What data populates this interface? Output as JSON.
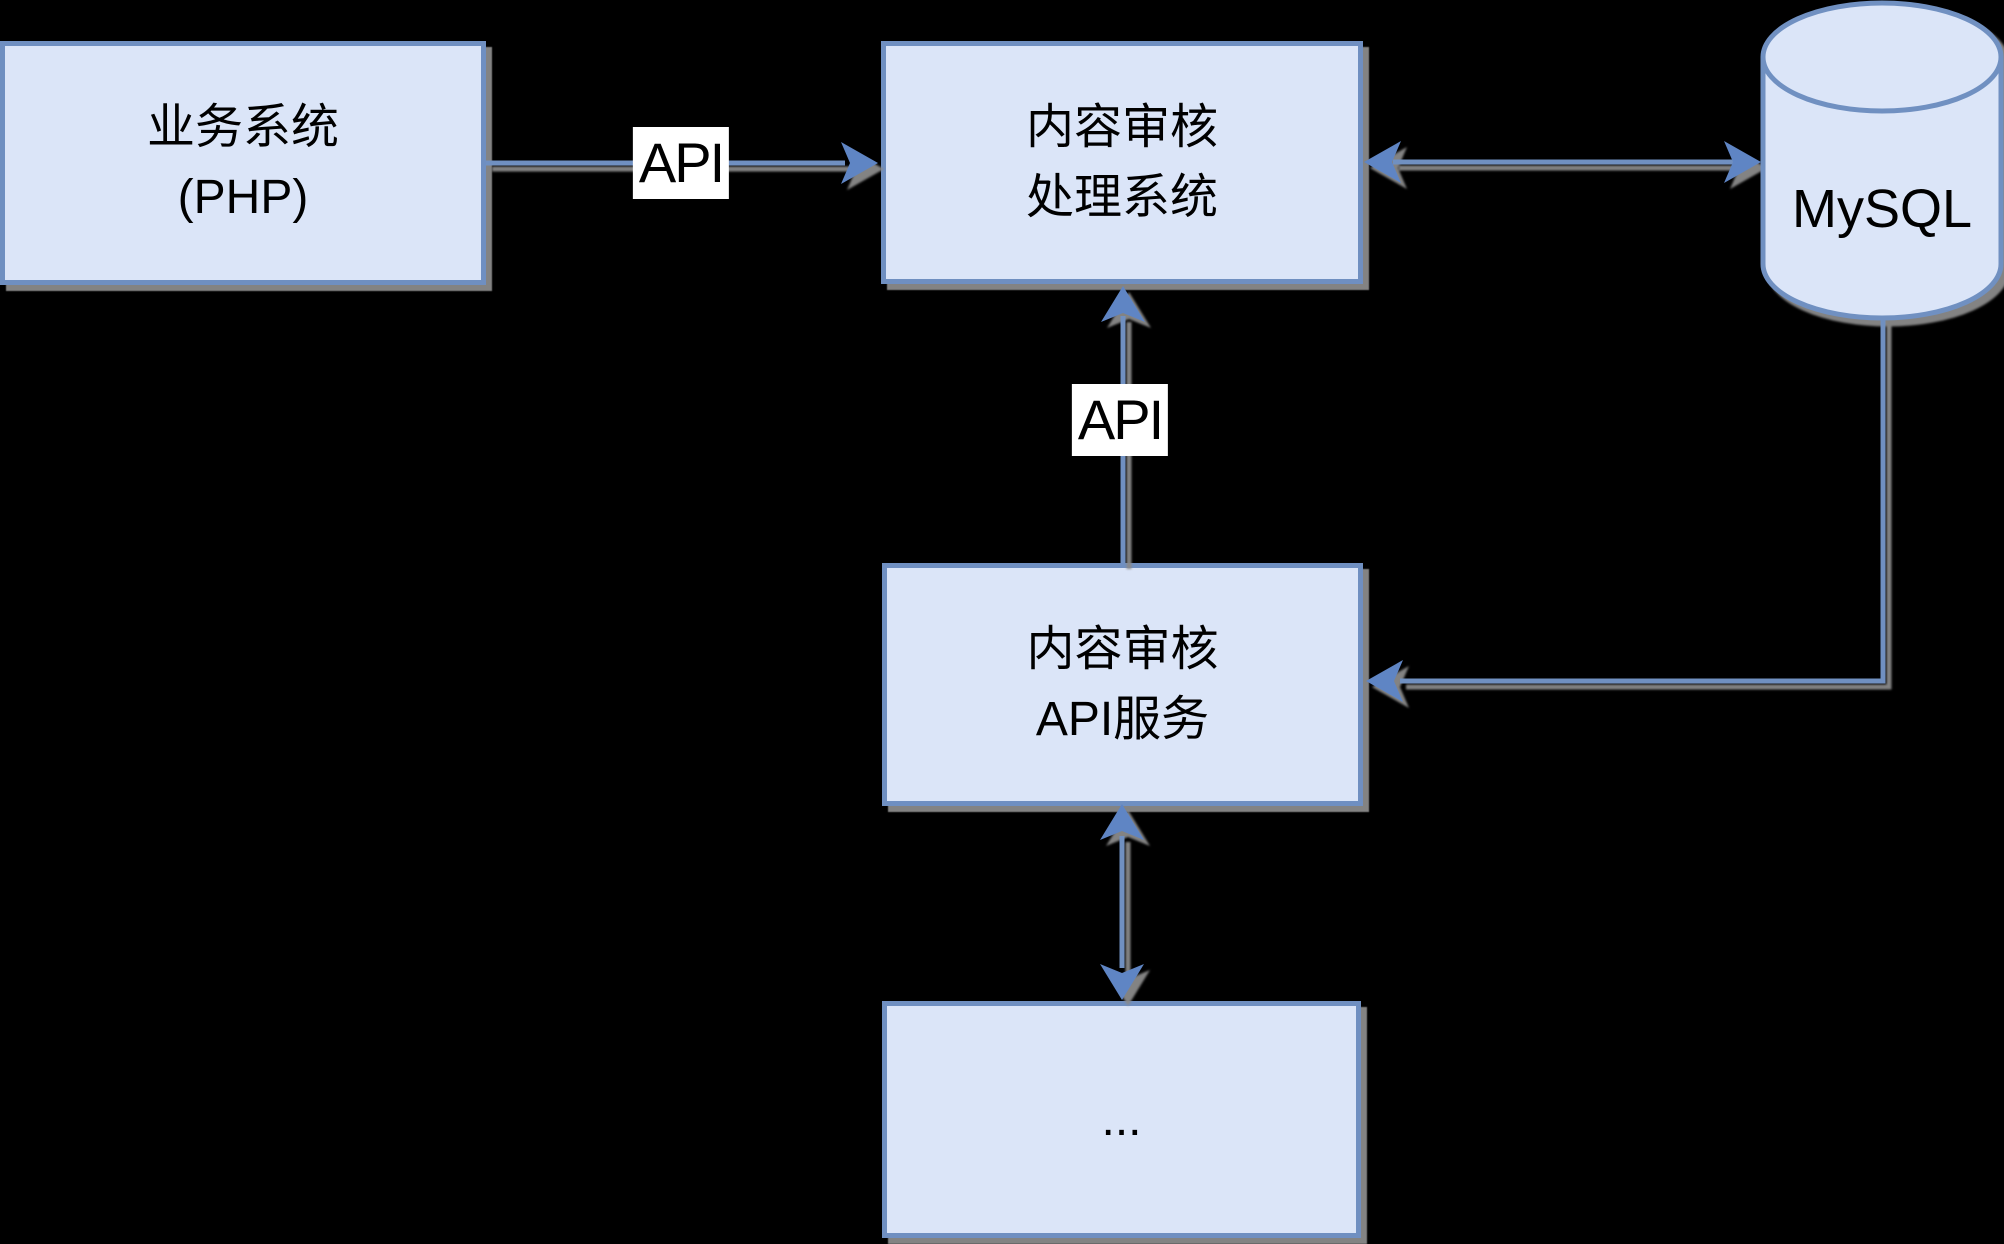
{
  "diagram": {
    "background_color": "#000000",
    "palette": {
      "node_fill": "#dbe5f8",
      "node_border": "#6f8fc1",
      "connector": "#7090c1",
      "arrowhead_fill": "#5f85c4",
      "shadow": "#8a8a8a",
      "edge_label_bg": "#ffffff",
      "text": "#000000"
    },
    "nodes": [
      {
        "id": "business-system",
        "shape": "rectangle",
        "lines": [
          "业务系统",
          "(PHP)"
        ]
      },
      {
        "id": "content-review-processing",
        "shape": "rectangle",
        "lines": [
          "内容审核",
          "处理系统"
        ]
      },
      {
        "id": "mysql-database",
        "shape": "cylinder",
        "label": "MySQL"
      },
      {
        "id": "content-review-api-service",
        "shape": "rectangle",
        "lines": [
          "内容审核",
          "API服务"
        ]
      },
      {
        "id": "ellipsis-node",
        "shape": "rectangle",
        "label": "..."
      }
    ],
    "edges": [
      {
        "from": "business-system",
        "to": "content-review-processing",
        "label": "API",
        "arrows": "forward"
      },
      {
        "from": "content-review-processing",
        "to": "mysql-database",
        "arrows": "both"
      },
      {
        "from": "content-review-api-service",
        "to": "content-review-processing",
        "label": "API",
        "arrows": "forward"
      },
      {
        "from": "mysql-database",
        "to": "content-review-api-service",
        "arrows": "forward"
      },
      {
        "from": "content-review-api-service",
        "to": "ellipsis-node",
        "arrows": "both"
      }
    ]
  }
}
